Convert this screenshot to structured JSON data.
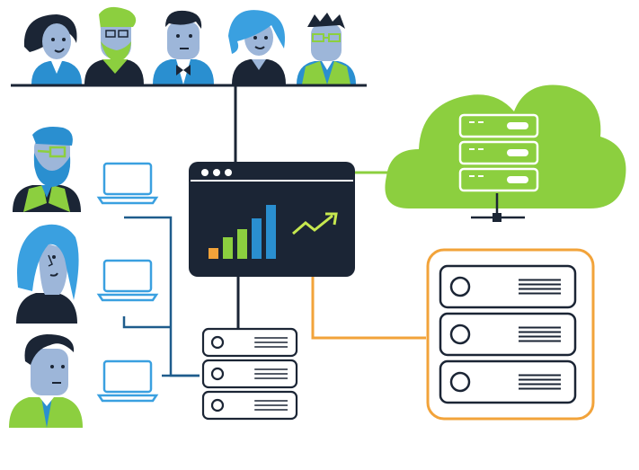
{
  "diagram": {
    "colors": {
      "navy": "#1b2535",
      "blue": "#2a8fd0",
      "light_blue": "#3aa0e0",
      "green": "#8ccf3f",
      "orange": "#f2a33a",
      "skin": "#9db6d9",
      "line_blue": "#1e5c8c",
      "white": "#ffffff"
    },
    "people_top": [
      {
        "name": "person-woman-dark-hair",
        "hair": "#1b2535",
        "shirt": "#2a8fd0",
        "accent": "#2a8fd0"
      },
      {
        "name": "person-man-green-hair",
        "hair": "#8ccf3f",
        "shirt": "#1b2535",
        "accent": "#8ccf3f"
      },
      {
        "name": "person-man-bowtie",
        "hair": "#1b2535",
        "shirt": "#2a8fd0",
        "accent": "#1b2535"
      },
      {
        "name": "person-woman-blue-hair",
        "hair": "#3aa0e0",
        "shirt": "#1b2535",
        "accent": "#3aa0e0"
      },
      {
        "name": "person-man-glasses-vest",
        "hair": "#1b2535",
        "shirt": "#2a8fd0",
        "accent": "#8ccf3f"
      }
    ],
    "people_side": [
      {
        "name": "person-bearded-man",
        "hair": "#2a8fd0",
        "shirt": "#1b2535",
        "accent": "#8ccf3f"
      },
      {
        "name": "person-woman-blue-hair-side",
        "hair": "#3aa0e0",
        "shirt": "#1b2535",
        "accent": "#1b2535"
      },
      {
        "name": "person-man-green-shirt",
        "hair": "#1b2535",
        "shirt": "#8ccf3f",
        "accent": "#2a8fd0"
      }
    ],
    "laptops": 3,
    "dashboard_bars": [
      0.2,
      0.4,
      0.55,
      0.75,
      1.0
    ],
    "dashboard_bar_colors": [
      "#f2a33a",
      "#8ccf3f",
      "#8ccf3f",
      "#2a8fd0",
      "#2a8fd0"
    ],
    "cloud_servers": 3,
    "local_servers": 3,
    "storage_servers": 3
  }
}
